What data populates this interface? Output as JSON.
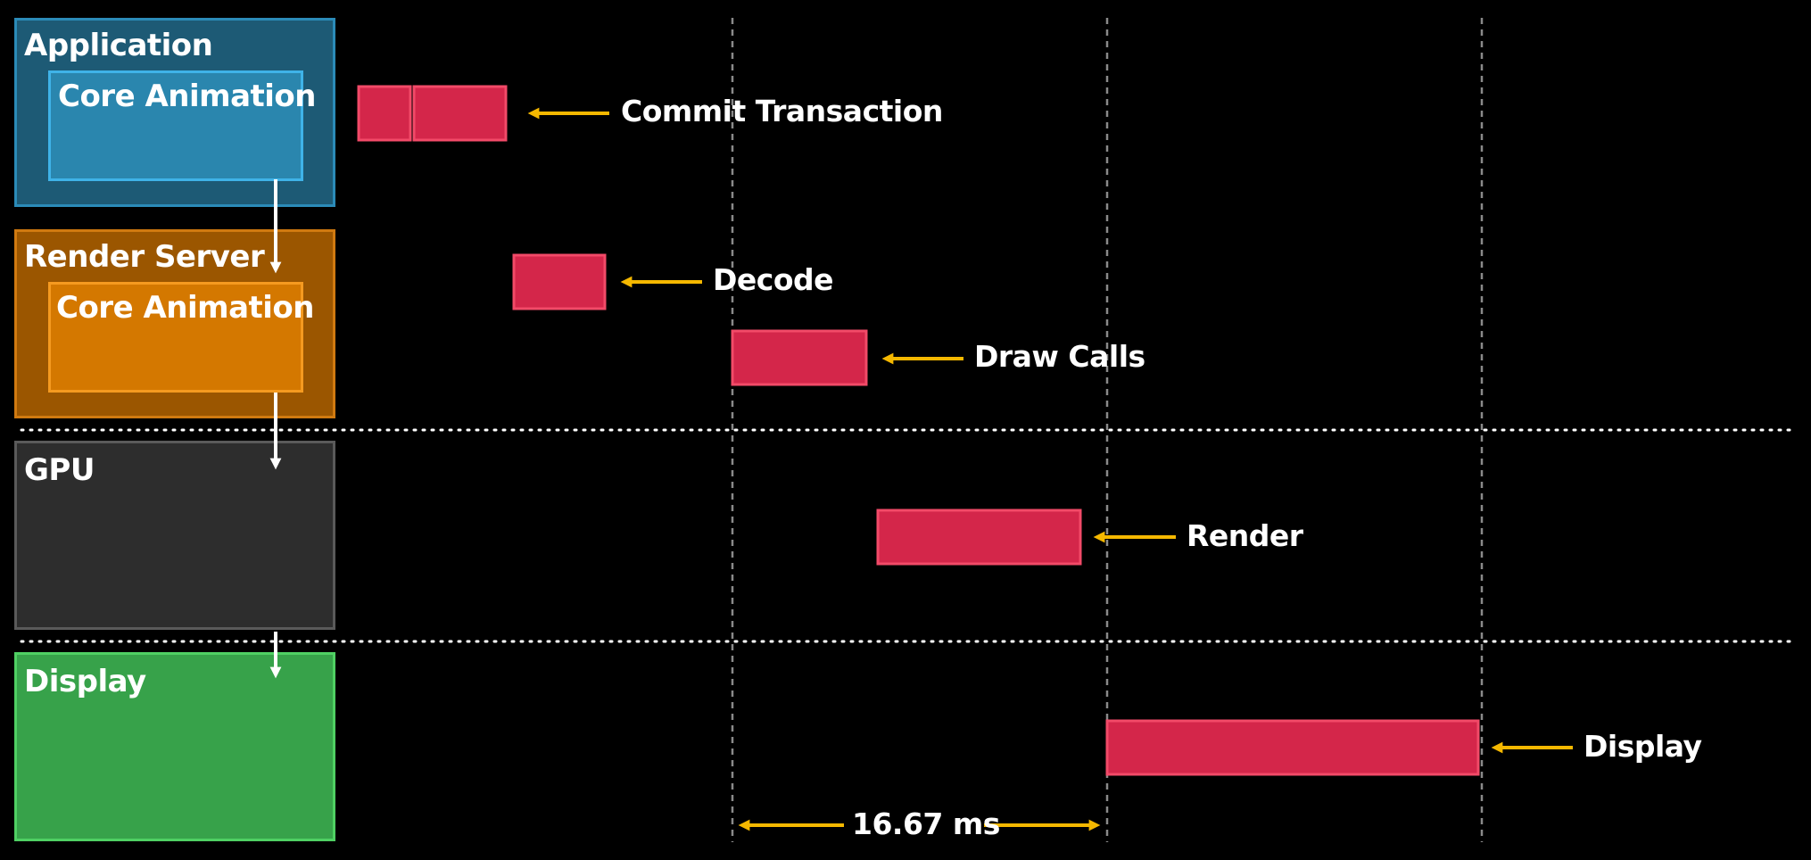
{
  "layers": {
    "application": {
      "label": "Application",
      "inner_label": "Core Animation"
    },
    "render_server": {
      "label": "Render Server",
      "inner_label": "Core Animation"
    },
    "gpu": {
      "label": "GPU"
    },
    "display": {
      "label": "Display"
    }
  },
  "callouts": {
    "commit": "Commit Transaction",
    "decode": "Decode",
    "draw_calls": "Draw Calls",
    "render": "Render",
    "display": "Display"
  },
  "frame_interval": "16.67 ms",
  "colors": {
    "background": "#000000",
    "application": "#1d5a75",
    "application_inner": "#2a86ae",
    "render_server": "#9b5600",
    "render_server_inner": "#d47800",
    "gpu": "#2d2d2d",
    "display": "#37a24a",
    "task_bar": "#d4264a",
    "arrow": "#f5b800"
  }
}
